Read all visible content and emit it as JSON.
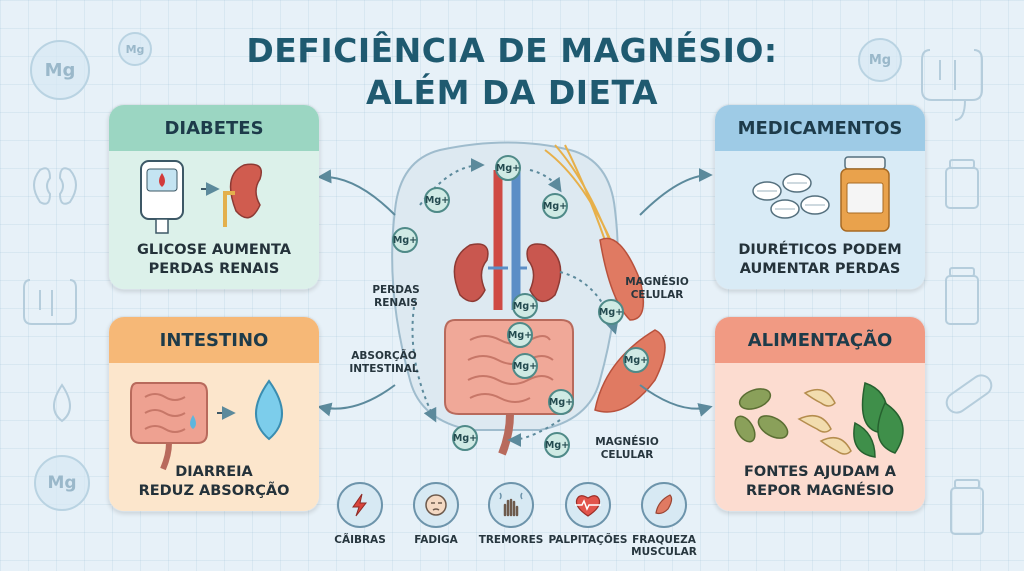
{
  "title_line1": "DEFICIÊNCIA DE MAGNÉSIO:",
  "title_line2": "ALÉM DA DIETA",
  "mg_symbol": "Mg",
  "mg_ion": "Mg+",
  "cards": {
    "diabetes": {
      "head": "DIABETES",
      "caption_l1": "GLICOSE AUMENTA",
      "caption_l2": "PERDAS RENAIS"
    },
    "intestino": {
      "head": "INTESTINO",
      "caption_l1": "DIARREIA",
      "caption_l2": "REDUZ ABSORÇÃO"
    },
    "medicamentos": {
      "head": "MEDICAMENTOS",
      "caption_l1": "DIURÉTICOS PODEM",
      "caption_l2": "AUMENTAR PERDAS"
    },
    "alimentacao": {
      "head": "ALIMENTAÇÃO",
      "caption_l1": "FONTES AJUDAM A",
      "caption_l2": "REPOR MAGNÉSIO"
    }
  },
  "labels": {
    "perdas_l1": "PERDAS",
    "perdas_l2": "RENAIS",
    "absorcao_l1": "ABSORÇÃO",
    "absorcao_l2": "INTESTINAL",
    "celular1_l1": "MAGNÉSIO",
    "celular1_l2": "CELULAR",
    "celular2_l1": "MAGNÉSIO",
    "celular2_l2": "CELULAR"
  },
  "symptoms": [
    {
      "label": "CÃIBRAS",
      "icon": "lightning-icon"
    },
    {
      "label": "FADIGA",
      "icon": "tired-face-icon"
    },
    {
      "label": "TREMORES",
      "icon": "shaking-hand-icon"
    },
    {
      "label": "PALPITAÇÕES",
      "icon": "heart-pulse-icon"
    },
    {
      "label": "FRAQUEZA MUSCULAR",
      "icon": "muscle-icon"
    }
  ],
  "colors": {
    "title": "#1f5a70",
    "diabetes_head": "#9bd6c2",
    "intestino_head": "#f6b877",
    "medicamentos_head": "#9ecbe6",
    "alimentacao_head": "#f19a83",
    "arrow": "#5c8a9c",
    "mg_node": "#cfeae4"
  }
}
